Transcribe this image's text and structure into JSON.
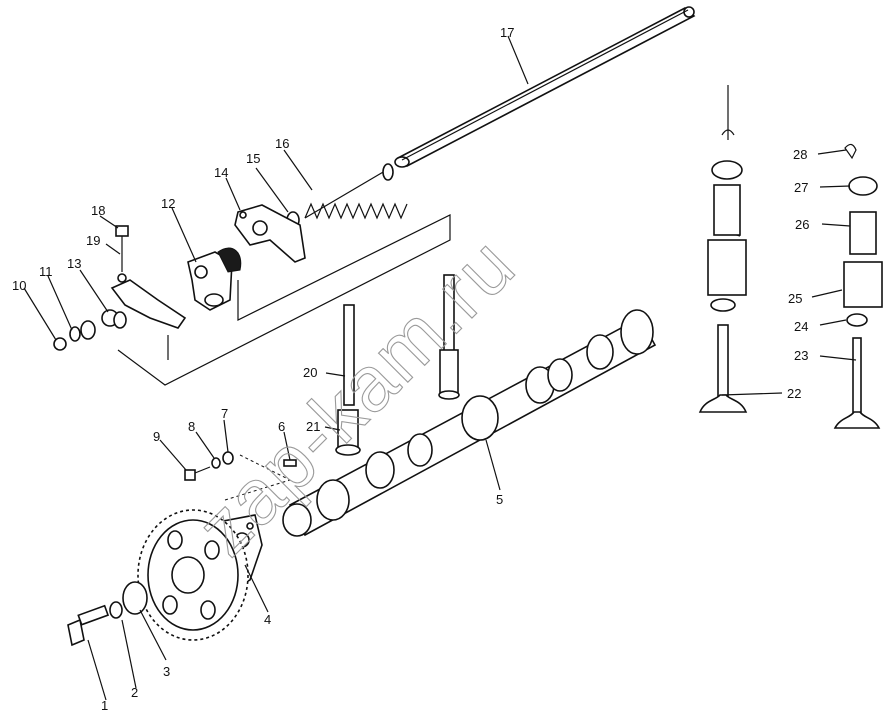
{
  "diagram": {
    "watermark": "zap-kam.ru",
    "callouts": [
      "1",
      "2",
      "3",
      "4",
      "5",
      "6",
      "7",
      "8",
      "9",
      "10",
      "11",
      "12",
      "13",
      "14",
      "15",
      "16",
      "17",
      "18",
      "19",
      "20",
      "21",
      "22",
      "23",
      "24",
      "25",
      "26",
      "27",
      "28"
    ]
  }
}
